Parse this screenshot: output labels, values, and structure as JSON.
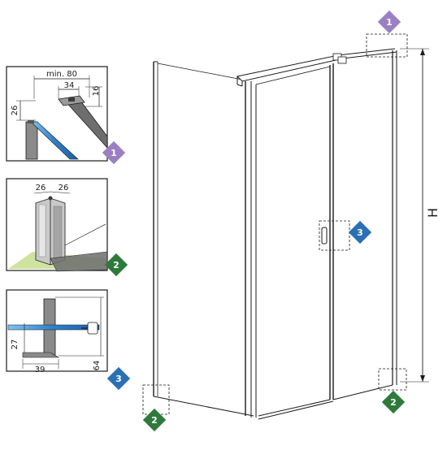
{
  "detail_1": {
    "dim_min": "min. 80",
    "dim_a": "34",
    "dim_b": "16",
    "dim_c": "26",
    "badge": "1"
  },
  "detail_2": {
    "dim_a": "26",
    "dim_b": "26",
    "badge": "2"
  },
  "detail_3": {
    "dim_a": "27",
    "dim_b": "39",
    "dim_c": "64",
    "badge": "3"
  },
  "main": {
    "height_label": "H",
    "badge_top": "1",
    "badge_handle": "3",
    "badge_bottom_left": "2",
    "badge_bottom_right": "2"
  },
  "colors": {
    "badge_1": "#9b7fc3",
    "badge_2": "#2e7a3a",
    "badge_3": "#2b6fb4",
    "glass": "#3a8fd6",
    "line": "#1a1a1a",
    "floor": "#cfe3a0"
  }
}
